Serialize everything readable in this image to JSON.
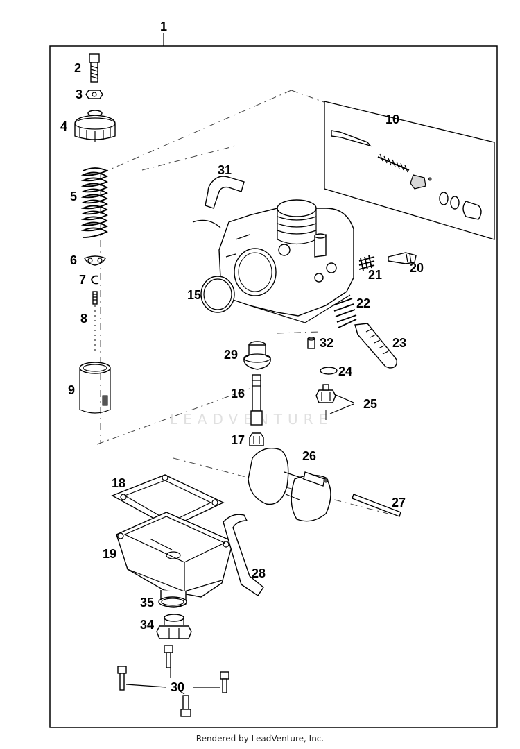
{
  "diagram": {
    "callouts": {
      "c1": "1",
      "c2": "2",
      "c3": "3",
      "c4": "4",
      "c5": "5",
      "c6": "6",
      "c7": "7",
      "c8": "8",
      "c9": "9",
      "c10": "10",
      "c15": "15",
      "c16": "16",
      "c17": "17",
      "c18": "18",
      "c19": "19",
      "c20": "20",
      "c21": "21",
      "c22": "22",
      "c23": "23",
      "c24": "24",
      "c25": "25",
      "c26": "26",
      "c27": "27",
      "c28": "28",
      "c29": "29",
      "c30": "30",
      "c31": "31",
      "c32": "32",
      "c34": "34",
      "c35": "35"
    }
  },
  "watermark": "LEADVENTURE",
  "footer": "Rendered by LeadVenture, Inc."
}
